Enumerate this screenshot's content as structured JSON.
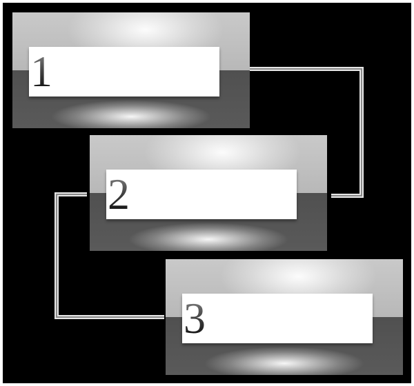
{
  "diagram": {
    "steps": [
      {
        "number": "1",
        "text": ""
      },
      {
        "number": "2",
        "text": ""
      },
      {
        "number": "3",
        "text": ""
      }
    ],
    "connectors": [
      {
        "from": "1",
        "to": "2",
        "side": "right"
      },
      {
        "from": "2",
        "to": "3",
        "side": "left"
      }
    ],
    "colors": {
      "background": "#000000",
      "panel_light": "#c4c4c4",
      "panel_dark": "#555555",
      "label_fill": "#ffffff",
      "connector": "#e6e6e6"
    }
  }
}
